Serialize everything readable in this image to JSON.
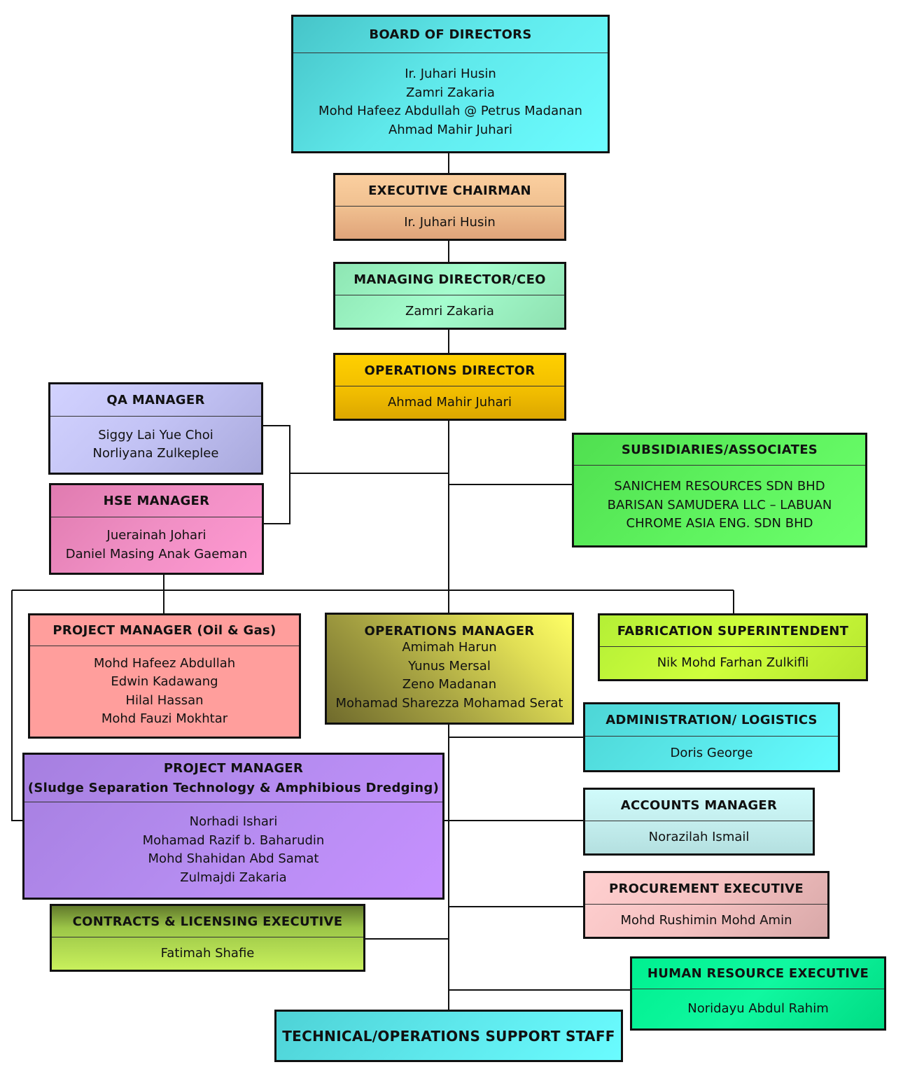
{
  "board": {
    "title": "BOARD OF DIRECTORS",
    "members": [
      "Ir. Juhari Husin",
      "Zamri Zakaria",
      "Mohd Hafeez Abdullah @ Petrus Madanan",
      "Ahmad Mahir Juhari"
    ]
  },
  "executive_chairman": {
    "title": "EXECUTIVE CHAIRMAN",
    "members": [
      "Ir. Juhari Husin"
    ]
  },
  "managing_director": {
    "title": "MANAGING DIRECTOR/CEO",
    "members": [
      "Zamri Zakaria"
    ]
  },
  "operations_director": {
    "title": "OPERATIONS DIRECTOR",
    "members": [
      "Ahmad Mahir Juhari"
    ]
  },
  "qa_manager": {
    "title": "QA MANAGER",
    "members": [
      "Siggy Lai Yue Choi",
      "Norliyana Zulkeplee"
    ]
  },
  "hse_manager": {
    "title": "HSE MANAGER",
    "members": [
      "Juerainah Johari",
      "Daniel Masing Anak Gaeman"
    ]
  },
  "subsidiaries": {
    "title": "SUBSIDIARIES/ASSOCIATES",
    "members": [
      "SANICHEM RESOURCES SDN BHD",
      "BARISAN SAMUDERA LLC – LABUAN",
      "CHROME ASIA ENG. SDN BHD"
    ]
  },
  "project_manager_og": {
    "title": "PROJECT MANAGER (Oil & Gas)",
    "members": [
      "Mohd Hafeez Abdullah",
      "Edwin Kadawang",
      "Hilal Hassan",
      "Mohd Fauzi Mokhtar"
    ]
  },
  "operations_manager": {
    "title": "OPERATIONS MANAGER",
    "members": [
      "Amimah Harun",
      "Yunus Mersal",
      "Zeno Madanan",
      "Mohamad Sharezza Mohamad Serat"
    ]
  },
  "fabrication_superintendent": {
    "title": "FABRICATION SUPERINTENDENT",
    "members": [
      "Nik Mohd Farhan Zulkifli"
    ]
  },
  "administration_logistics": {
    "title": "ADMINISTRATION/ LOGISTICS",
    "members": [
      "Doris George"
    ]
  },
  "project_manager_sludge": {
    "title_line1": "PROJECT MANAGER",
    "title_line2": "(Sludge Separation Technology & Amphibious Dredging)",
    "members": [
      "Norhadi Ishari",
      "Mohamad Razif b. Baharudin",
      "Mohd Shahidan Abd Samat",
      "Zulmajdi Zakaria"
    ]
  },
  "accounts_manager": {
    "title": "ACCOUNTS MANAGER",
    "members": [
      "Norazilah Ismail"
    ]
  },
  "procurement_executive": {
    "title": "PROCUREMENT EXECUTIVE",
    "members": [
      "Mohd Rushimin Mohd Amin"
    ]
  },
  "contracts_licensing": {
    "title": "CONTRACTS & LICENSING EXECUTIVE",
    "members": [
      "Fatimah Shafie"
    ]
  },
  "human_resource": {
    "title": "HUMAN RESOURCE EXECUTIVE",
    "members": [
      "Noridayu Abdul Rahim"
    ]
  },
  "technical_support": {
    "title": "TECHNICAL/OPERATIONS SUPPORT STAFF"
  }
}
